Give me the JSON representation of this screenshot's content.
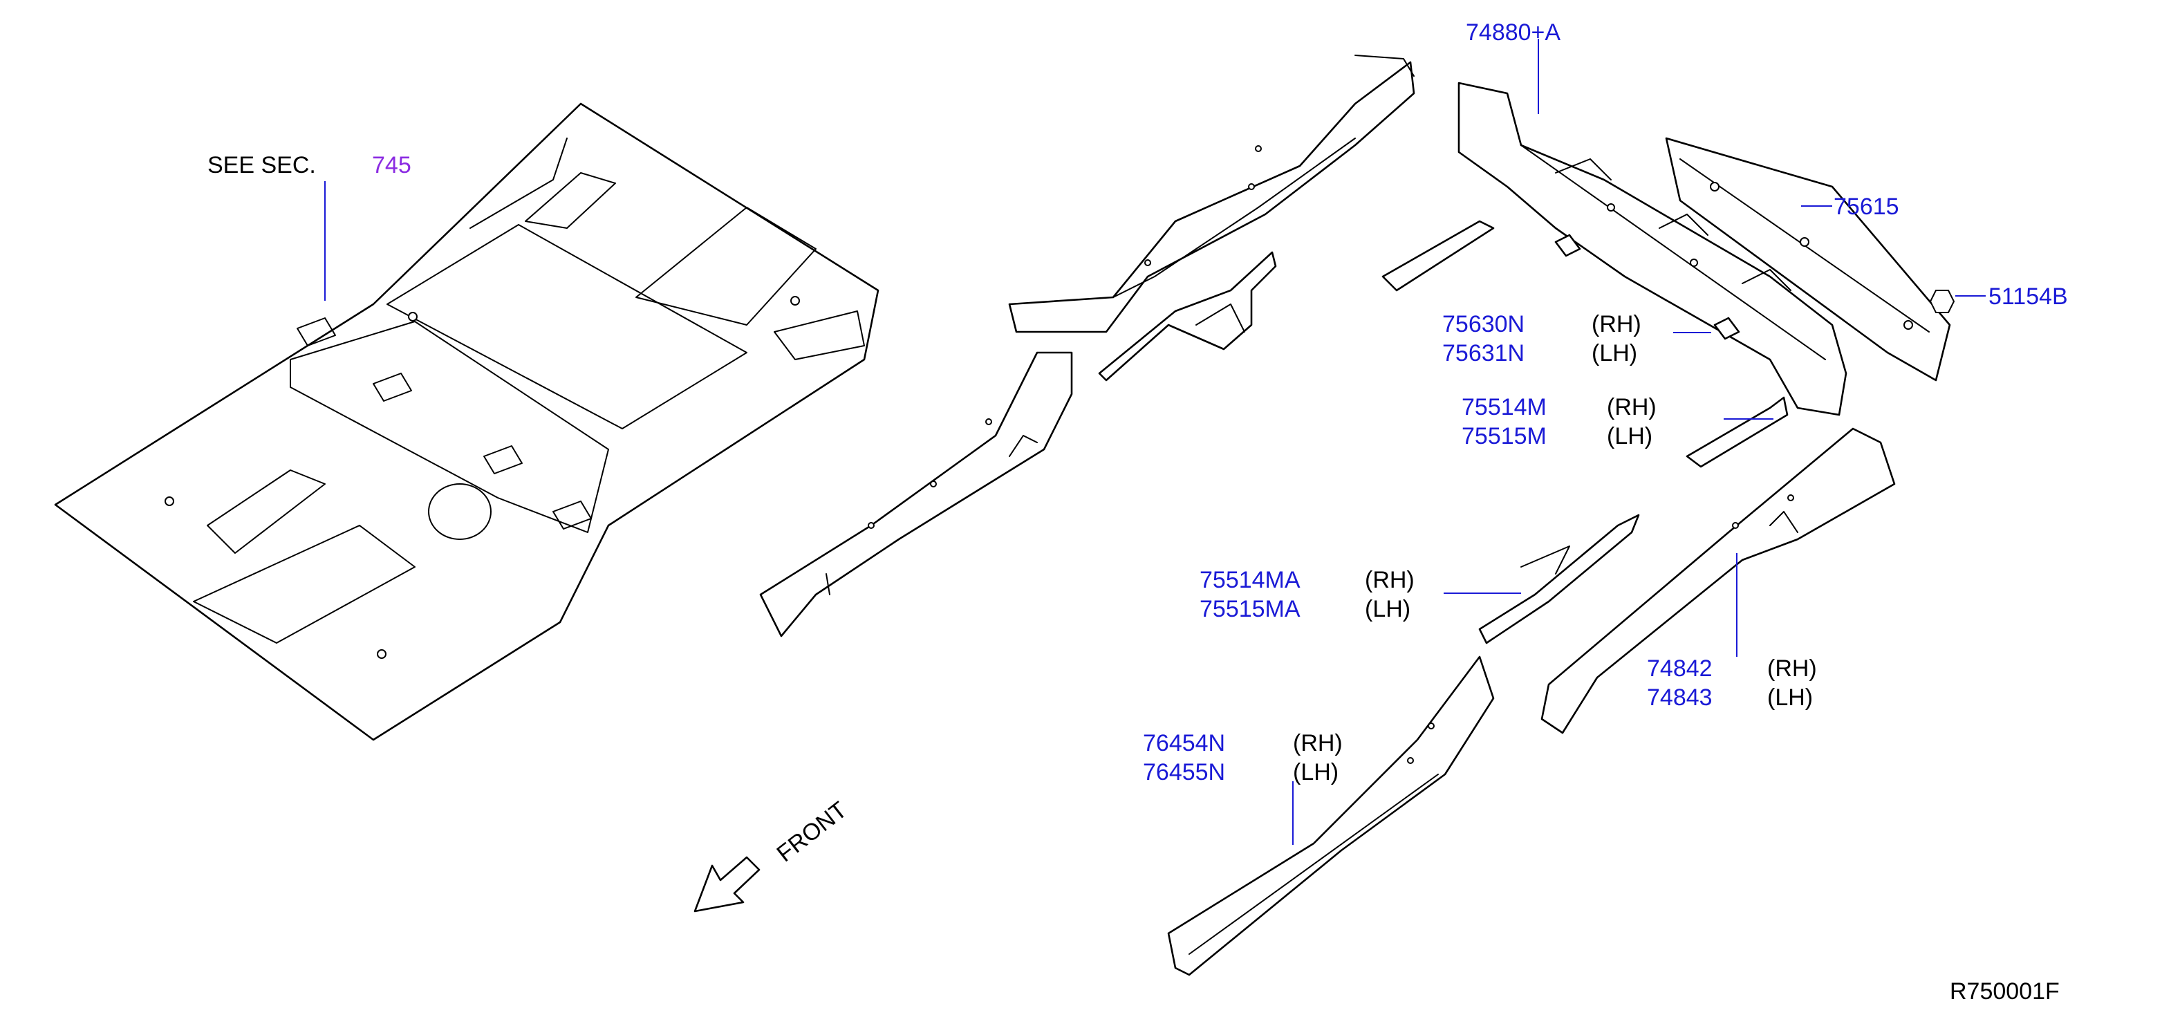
{
  "see_section": {
    "prefix": "SEE   SEC.",
    "number": "745"
  },
  "callouts": {
    "p74880": {
      "number": "74880+A"
    },
    "p75615": {
      "number": "75615"
    },
    "p51154": {
      "number": "51154B"
    },
    "p75630": {
      "rh_number": "75630N",
      "lh_number": "75631N",
      "rh": "(RH)",
      "lh": "(LH)"
    },
    "p75514": {
      "rh_number": "75514M",
      "lh_number": "75515M",
      "rh": "(RH)",
      "lh": "(LH)"
    },
    "p75514a": {
      "rh_number": "75514MA",
      "lh_number": "75515MA",
      "rh": "(RH)",
      "lh": "(LH)"
    },
    "p74842": {
      "rh_number": "74842",
      "lh_number": "74843",
      "rh": "(RH)",
      "lh": "(LH)"
    },
    "p76454": {
      "rh_number": "76454N",
      "lh_number": "76455N",
      "rh": "(RH)",
      "lh": "(LH)"
    }
  },
  "front_label": "FRONT",
  "diagram_code": "R750001F",
  "colors": {
    "part_number": "#1a1ad6",
    "section_link": "#8b2be2",
    "line": "#000000"
  }
}
